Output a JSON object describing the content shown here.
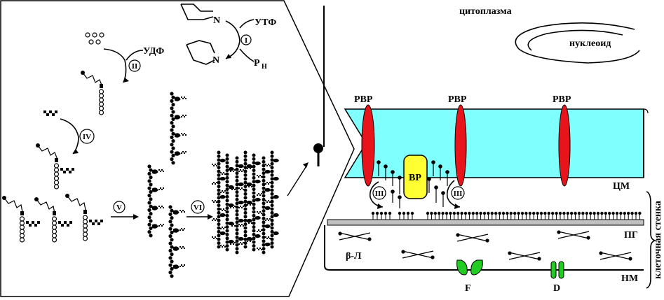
{
  "labels": {
    "cytoplasm": "цитоплазма",
    "nucleoid": "нуклеоид",
    "pbp_1": "PBP",
    "pbp_2": "PBP",
    "pbp_3": "PBP",
    "bp": "BP",
    "cm": "ЦМ",
    "pg": "ПГ",
    "om": "НМ",
    "cell_wall": "клеточная стенка",
    "beta_lactamase": "β-Л",
    "porin_f": "F",
    "porin_d": "D",
    "utp": "УТФ",
    "udp": "УДФ",
    "ph": "Р",
    "ph_sub": "Н",
    "n1": "N",
    "n2": "N"
  },
  "steps": {
    "i": "I",
    "ii": "II",
    "iii_left": "III",
    "iii_right": "III",
    "iv": "IV",
    "v": "V",
    "vi": "VI"
  },
  "colors": {
    "pbp": "#e8141c",
    "bp": "#ffff33",
    "cytoplasmic_membrane": "#80ffff",
    "peptidoglycan": "#c0c0c0",
    "porin": "#22cc22",
    "outline": "#000000"
  }
}
